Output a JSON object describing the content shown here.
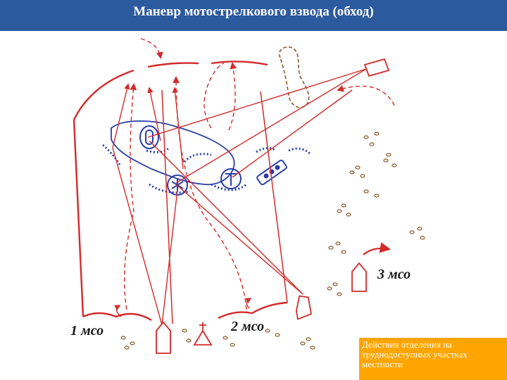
{
  "title": "Маневр мотострелкового взвода (обход)",
  "labels": {
    "squad_1": "1 мсо",
    "squad_2": "2 мсо",
    "squad_3": "3 мсо"
  },
  "note": "Действия отделения на труднодоступных участках местности",
  "colors": {
    "title_bar": "#2c5a9e",
    "own_forces": "#d42a2a",
    "enemy": "#2a3fa8",
    "terrain": "#8b5a2b",
    "note_box": "#ffa500"
  },
  "icons": [
    "bmp-vehicle-icon",
    "enemy-tank-icon",
    "enemy-atgm-icon",
    "enemy-apc-icon",
    "observation-post-icon",
    "terrain-obstacle-icon"
  ]
}
